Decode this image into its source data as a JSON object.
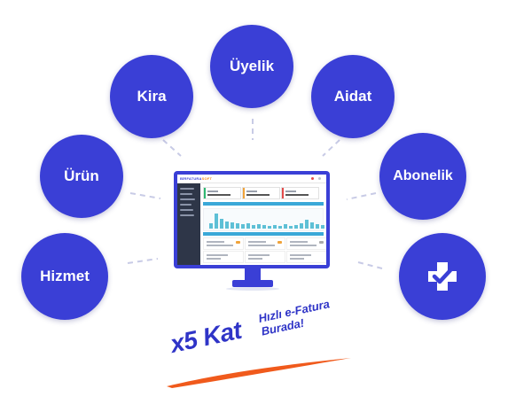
{
  "bubbles": {
    "kira": "Kira",
    "uyelik": "Üyelik",
    "aidat": "Aidat",
    "urun": "Ürün",
    "abonelik": "Abonelik",
    "hizmet": "Hizmet",
    "logo_icon": "checkmark-shield-icon"
  },
  "screen": {
    "logo_part1": "BİRFATURA",
    "logo_part2": "SOFT"
  },
  "tagline": {
    "main": "x5 Kat",
    "line1": "Hızlı e-Fatura",
    "line2": "Burada!"
  },
  "colors": {
    "brand": "#3a3fd6",
    "tagline": "#2f34c7",
    "accent_orange": "#f05a1c",
    "spoke": "#c8cbe6"
  }
}
